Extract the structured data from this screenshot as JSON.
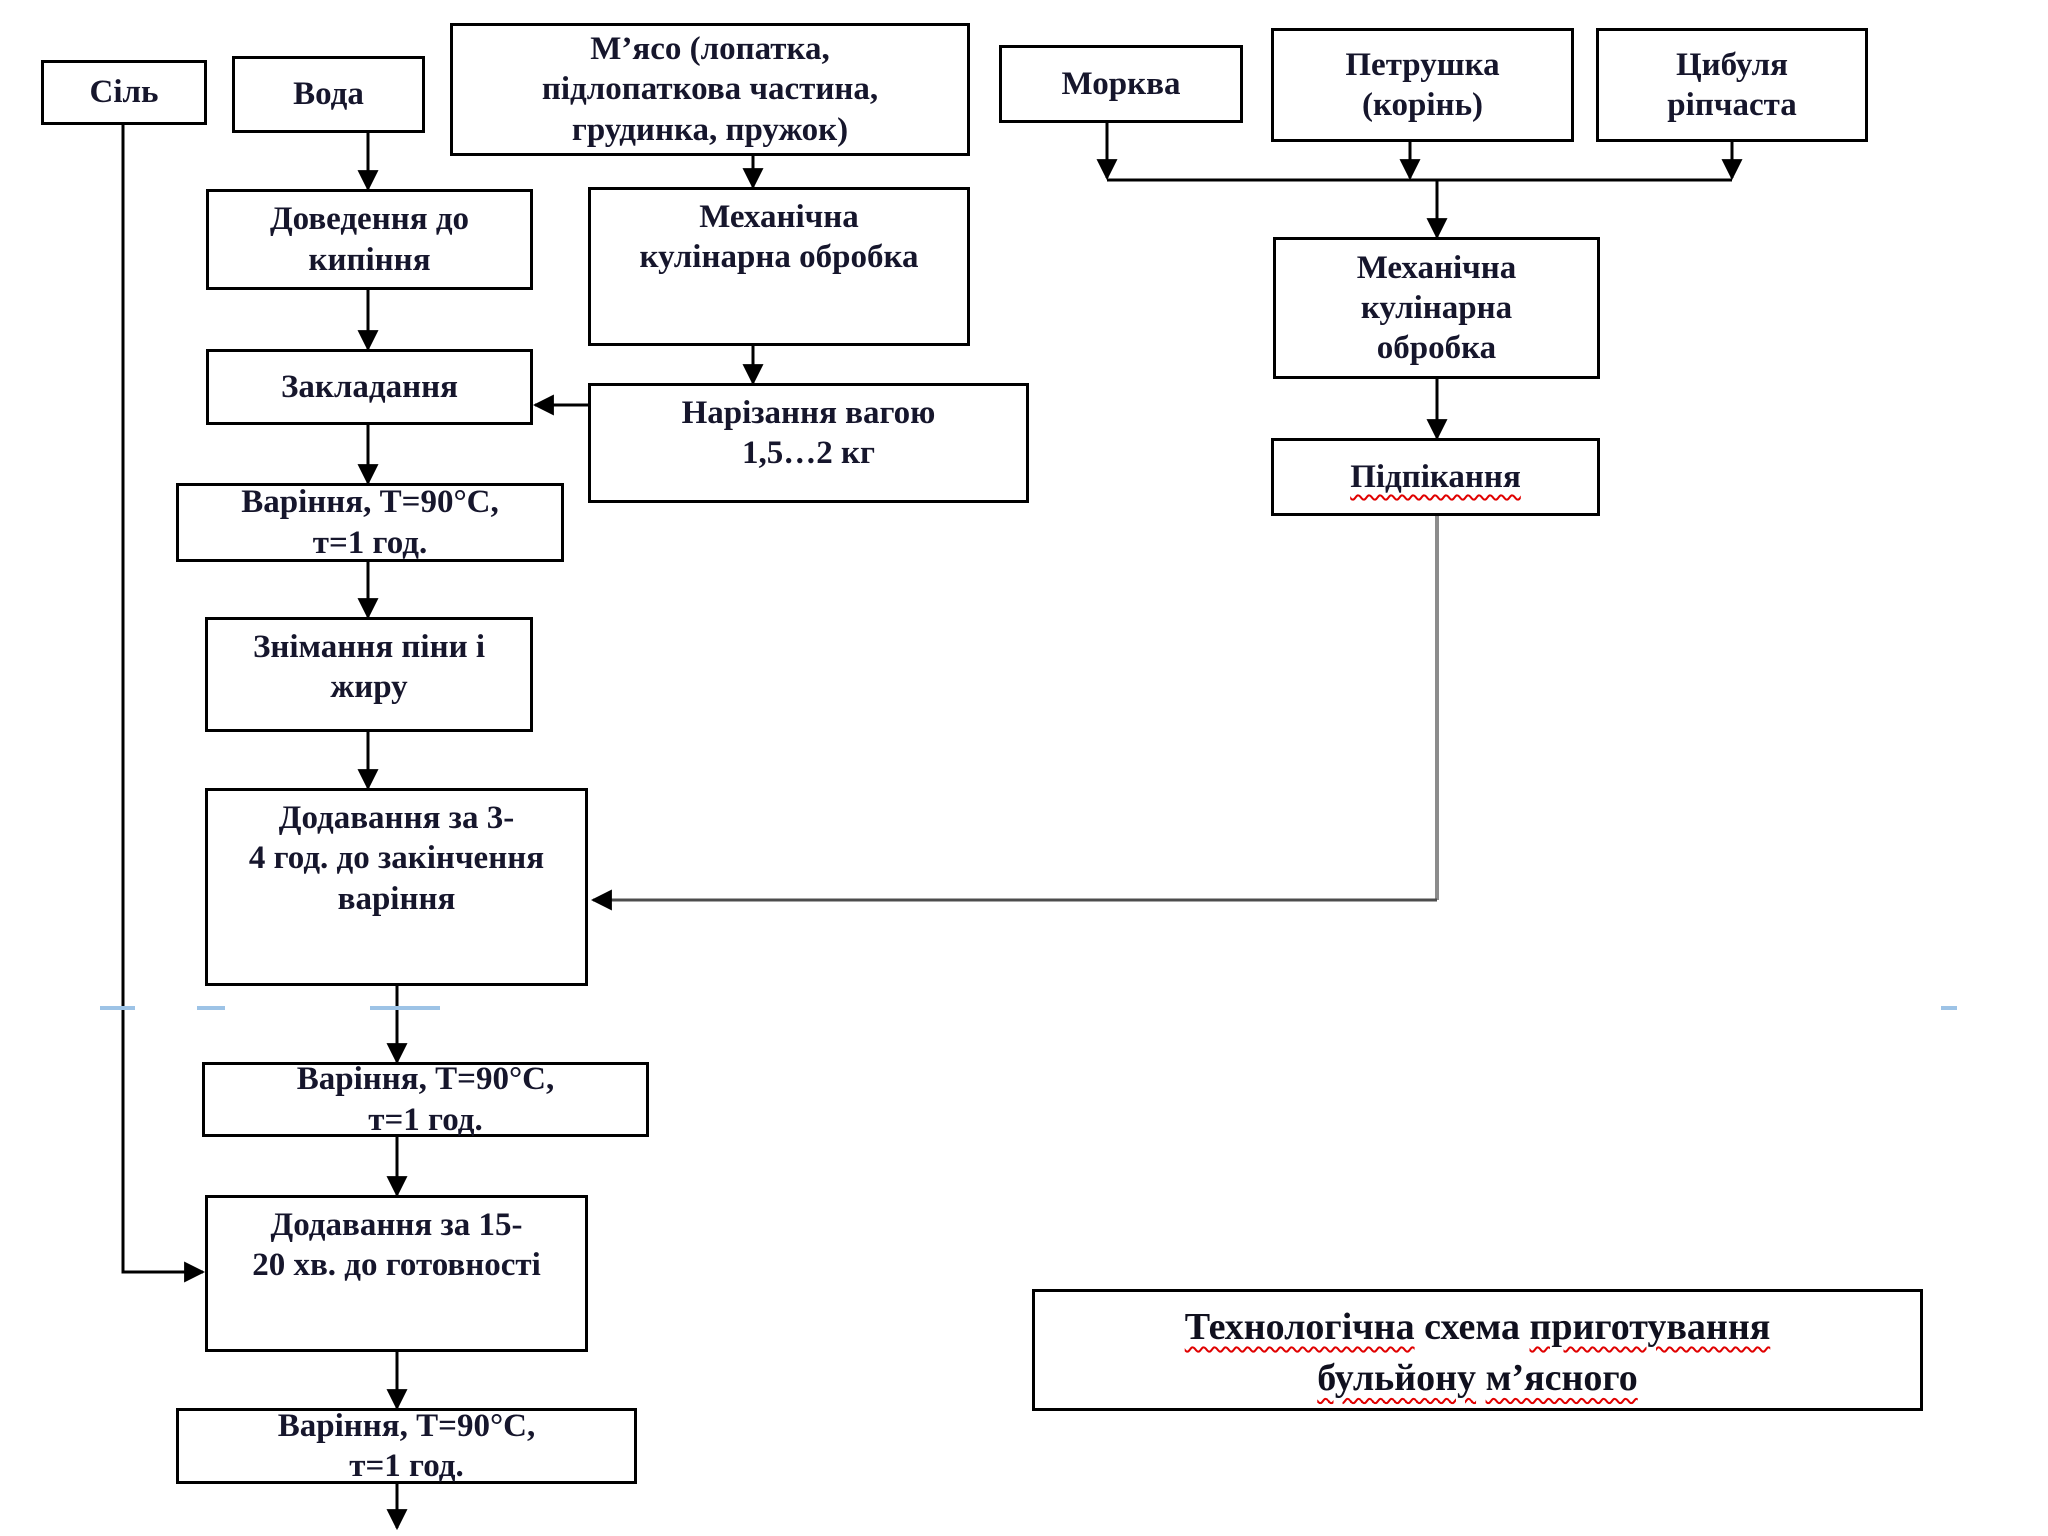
{
  "diagram": {
    "kind": "flowchart",
    "background_color": "#ffffff",
    "connector_color": "#000000",
    "gray_connector_color": "#8c8c8c",
    "spellcheck_wavy_color": "#e00000",
    "pagebreak_dash_color": "#9dc3e6",
    "nodes": {
      "salt": "Сіль",
      "water": "Вода",
      "meat": "М’ясо (лопатка,\nпідлопаткова частина,\nгрудинка, пружок)",
      "carrot": "Морква",
      "parsley": "Петрушка\n(корінь)",
      "onion": "Цибуля\nріпчаста",
      "boiling": "Доведення до\nкипіння",
      "mech_meat": "Механічна\nкулінарна обробка",
      "laying": "Закладання",
      "cutting": "Нарізання вагою\n1,5…2 кг",
      "cooking1": "Варіння, Т=90°С,\nт=1 год.",
      "mech_veg": "Механічна\nкулінарна\nобробка",
      "browning": "Підпікання",
      "skimming": "Знімання піни і\nжиру",
      "adding_3_4": "Додавання за 3-\n4 год. до закінчення\nваріння",
      "cooking2": "Варіння, Т=90°С,\nт=1 год.",
      "adding_15_20": "Додавання за 15-\n20 хв. до готовності",
      "cooking3": "Варіння, Т=90°С,\nт=1 год."
    },
    "title": {
      "words": [
        "Технологічна",
        "схема",
        "приготування",
        "бульйону",
        "м’ясного"
      ]
    }
  }
}
